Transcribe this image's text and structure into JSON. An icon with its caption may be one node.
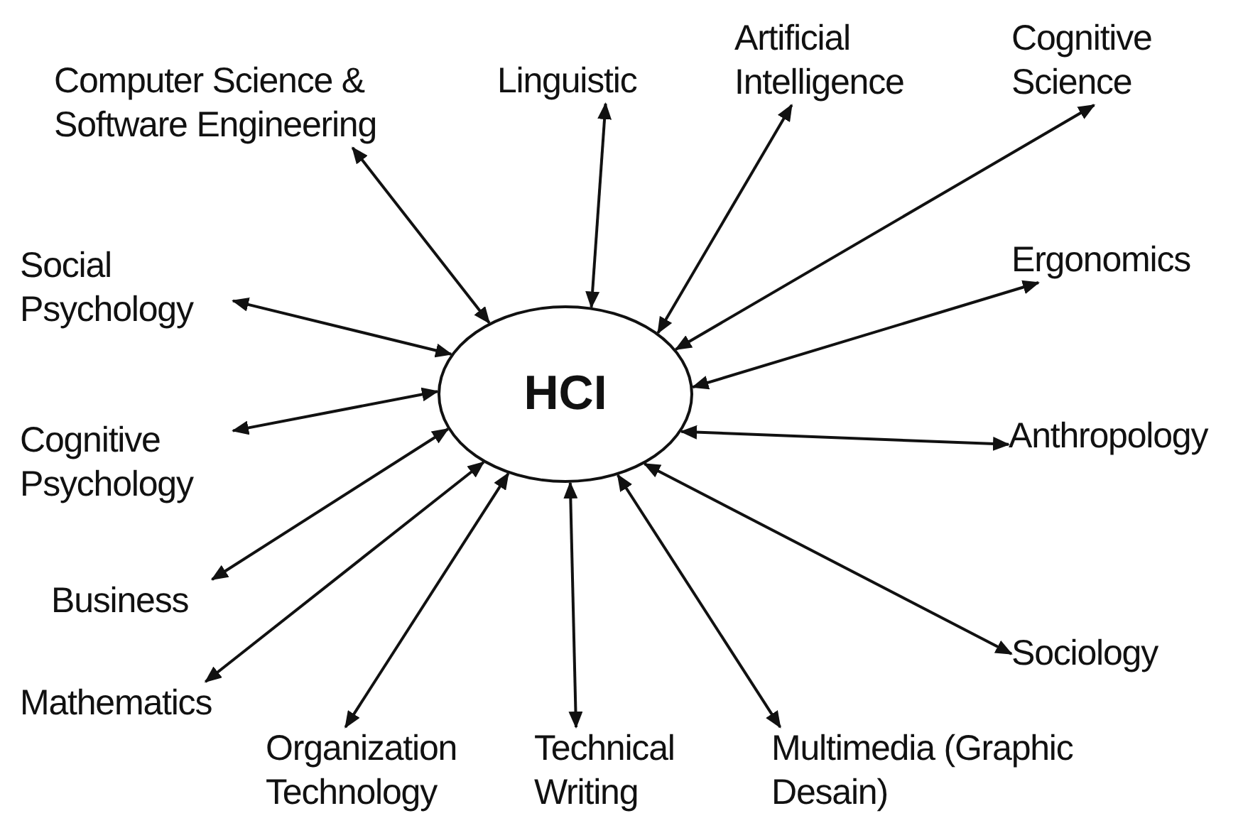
{
  "diagram": {
    "nodes": [
      {
        "text": [
          "HCI"
        ]
      },
      {
        "text": [
          "Computer Science & Software Engineering"
        ]
      },
      {
        "text": [
          "Linguistic"
        ]
      },
      {
        "text": [
          "Artificial Intelligence"
        ]
      },
      {
        "text": [
          "Cognitive Science"
        ]
      },
      {
        "text": [
          "Social Psychology"
        ]
      },
      {
        "text": [
          "Ergonomics"
        ]
      },
      {
        "text": [
          "Cognitive Psychology"
        ]
      },
      {
        "text": [
          "Anthropology"
        ]
      },
      {
        "text": [
          "Business"
        ]
      },
      {
        "text": [
          "Mathematics"
        ]
      },
      {
        "text": [
          "Sociology"
        ]
      },
      {
        "text": [
          "Organization Technology"
        ]
      },
      {
        "text": [
          "Technical Writing"
        ]
      },
      {
        "text": [
          "Multimedia (Graphic Desain)"
        ]
      }
    ],
    "edges": [
      {
        "from": 0,
        "to": 1,
        "arrow": "both"
      },
      {
        "from": 0,
        "to": 2,
        "arrow": "both"
      },
      {
        "from": 0,
        "to": 3,
        "arrow": "both"
      },
      {
        "from": 0,
        "to": 4,
        "arrow": "both"
      },
      {
        "from": 0,
        "to": 5,
        "arrow": "both"
      },
      {
        "from": 0,
        "to": 6,
        "arrow": "both"
      },
      {
        "from": 0,
        "to": 7,
        "arrow": "both"
      },
      {
        "from": 0,
        "to": 8,
        "arrow": "both"
      },
      {
        "from": 0,
        "to": 9,
        "arrow": "both"
      },
      {
        "from": 0,
        "to": 10,
        "arrow": "both"
      },
      {
        "from": 0,
        "to": 11,
        "arrow": "both"
      },
      {
        "from": 0,
        "to": 12,
        "arrow": "both"
      },
      {
        "from": 0,
        "to": 13,
        "arrow": "both"
      },
      {
        "from": 0,
        "to": 14,
        "arrow": "both"
      }
    ]
  }
}
